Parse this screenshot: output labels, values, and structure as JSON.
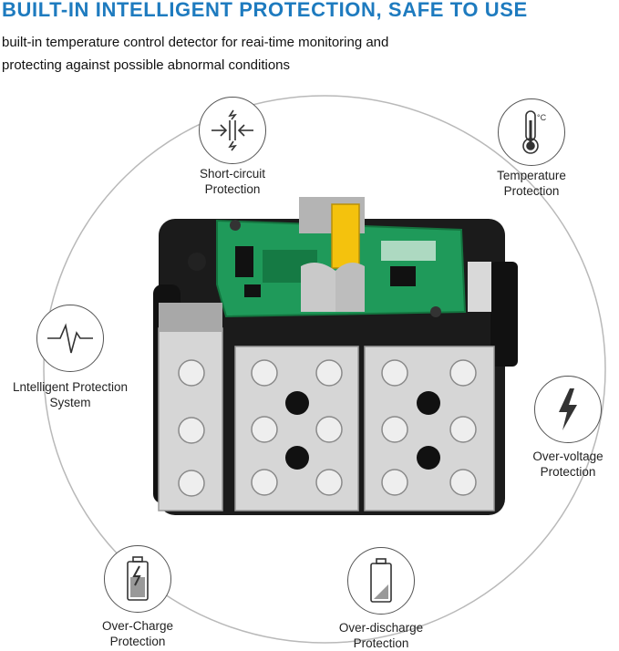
{
  "header": {
    "title": "BUILT-IN INTELLIGENT PROTECTION, SAFE TO USE",
    "subtitle_lines": [
      "built-in temperature control detector for reai-time monitoring and",
      "protecting against possible abnormal conditions"
    ]
  },
  "features": [
    {
      "icon": "short-circuit-icon",
      "lines": [
        "Short-circuit",
        "Protection"
      ]
    },
    {
      "icon": "thermometer-icon",
      "lines": [
        "Temperature",
        "Protection"
      ]
    },
    {
      "icon": "pulse-icon",
      "lines": [
        "Lntelligent Protection",
        "System"
      ]
    },
    {
      "icon": "lightning-icon",
      "lines": [
        "Over-voltage",
        "Protection"
      ]
    },
    {
      "icon": "battery-charging-icon",
      "lines": [
        "Over-Charge",
        "Protection"
      ]
    },
    {
      "icon": "battery-low-icon",
      "lines": [
        "Over-discharge",
        "Protection"
      ]
    }
  ],
  "thermometer_unit": "°C",
  "colors": {
    "title": "#1e7bbf",
    "pcb": "#1f9a5a",
    "terminal": "#f4c20d",
    "cell_plate": "#d6d6d6",
    "casing": "#1b1b1b"
  }
}
